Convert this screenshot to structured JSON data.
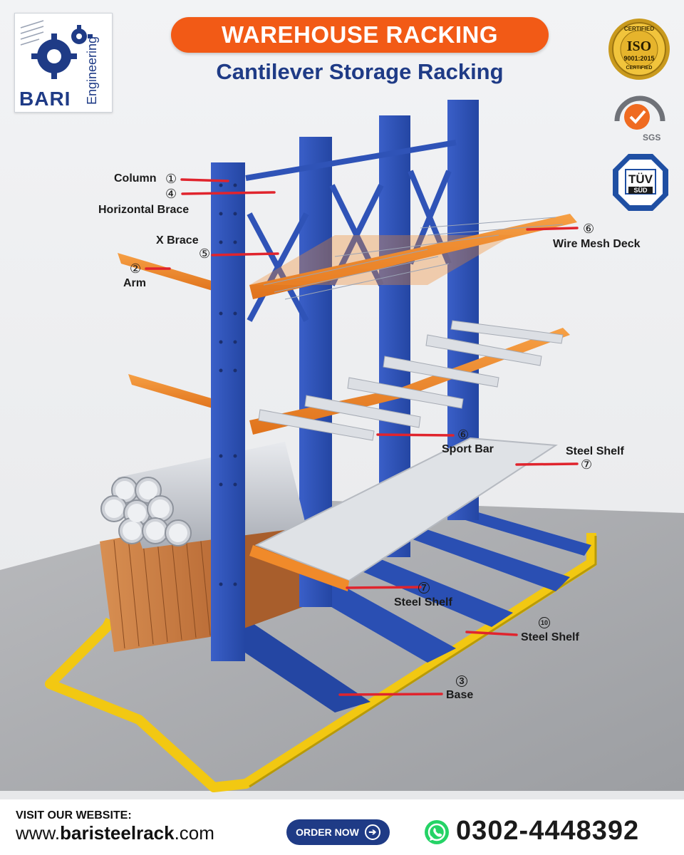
{
  "brand": {
    "name": "BARI",
    "sub": "Engineering"
  },
  "header": {
    "title": "WAREHOUSE RACKING",
    "subtitle": "Cantilever Storage Racking"
  },
  "badges": {
    "iso_top": "CERTIFIED",
    "iso_main": "ISO",
    "iso_std": "9001:2015",
    "iso_bottom": "CERTIFIED",
    "sgs": "SGS",
    "tuv_top": "TÜV",
    "tuv_bottom": "SÜD"
  },
  "callouts": [
    {
      "id": "column",
      "label": "Column",
      "num": "①"
    },
    {
      "id": "horizontal-brace",
      "label": "Horizontal Brace",
      "num": "④"
    },
    {
      "id": "x-brace",
      "label": "X Brace",
      "num": "⑤"
    },
    {
      "id": "arm",
      "label": "Arm",
      "num": "②"
    },
    {
      "id": "wire-mesh-deck",
      "label": "Wire Mesh Deck",
      "num": "⑥"
    },
    {
      "id": "sport-bar",
      "label": "Sport Bar",
      "num": "⑥"
    },
    {
      "id": "steel-shelf-right",
      "label": "Steel Shelf",
      "num": "⑦"
    },
    {
      "id": "steel-shelf-bottom",
      "label": "Steel Shelf",
      "num": "7"
    },
    {
      "id": "steel-shelf-10",
      "label": "Steel Shelf",
      "num": "10"
    },
    {
      "id": "base",
      "label": "Base",
      "num": "3"
    }
  ],
  "footer": {
    "visit_label": "VISIT OUR WEBSITE:",
    "url_prefix": "www.",
    "url_bold": "baristeelrack",
    "url_suffix": ".com",
    "order_label": "ORDER NOW",
    "phone": "0302-4448392"
  },
  "colors": {
    "accent": "#f25a16",
    "brand_blue": "#1f3b86",
    "column_blue": "#2f53b7",
    "arm_orange": "#f08a2a",
    "yellow": "#f2c812"
  }
}
